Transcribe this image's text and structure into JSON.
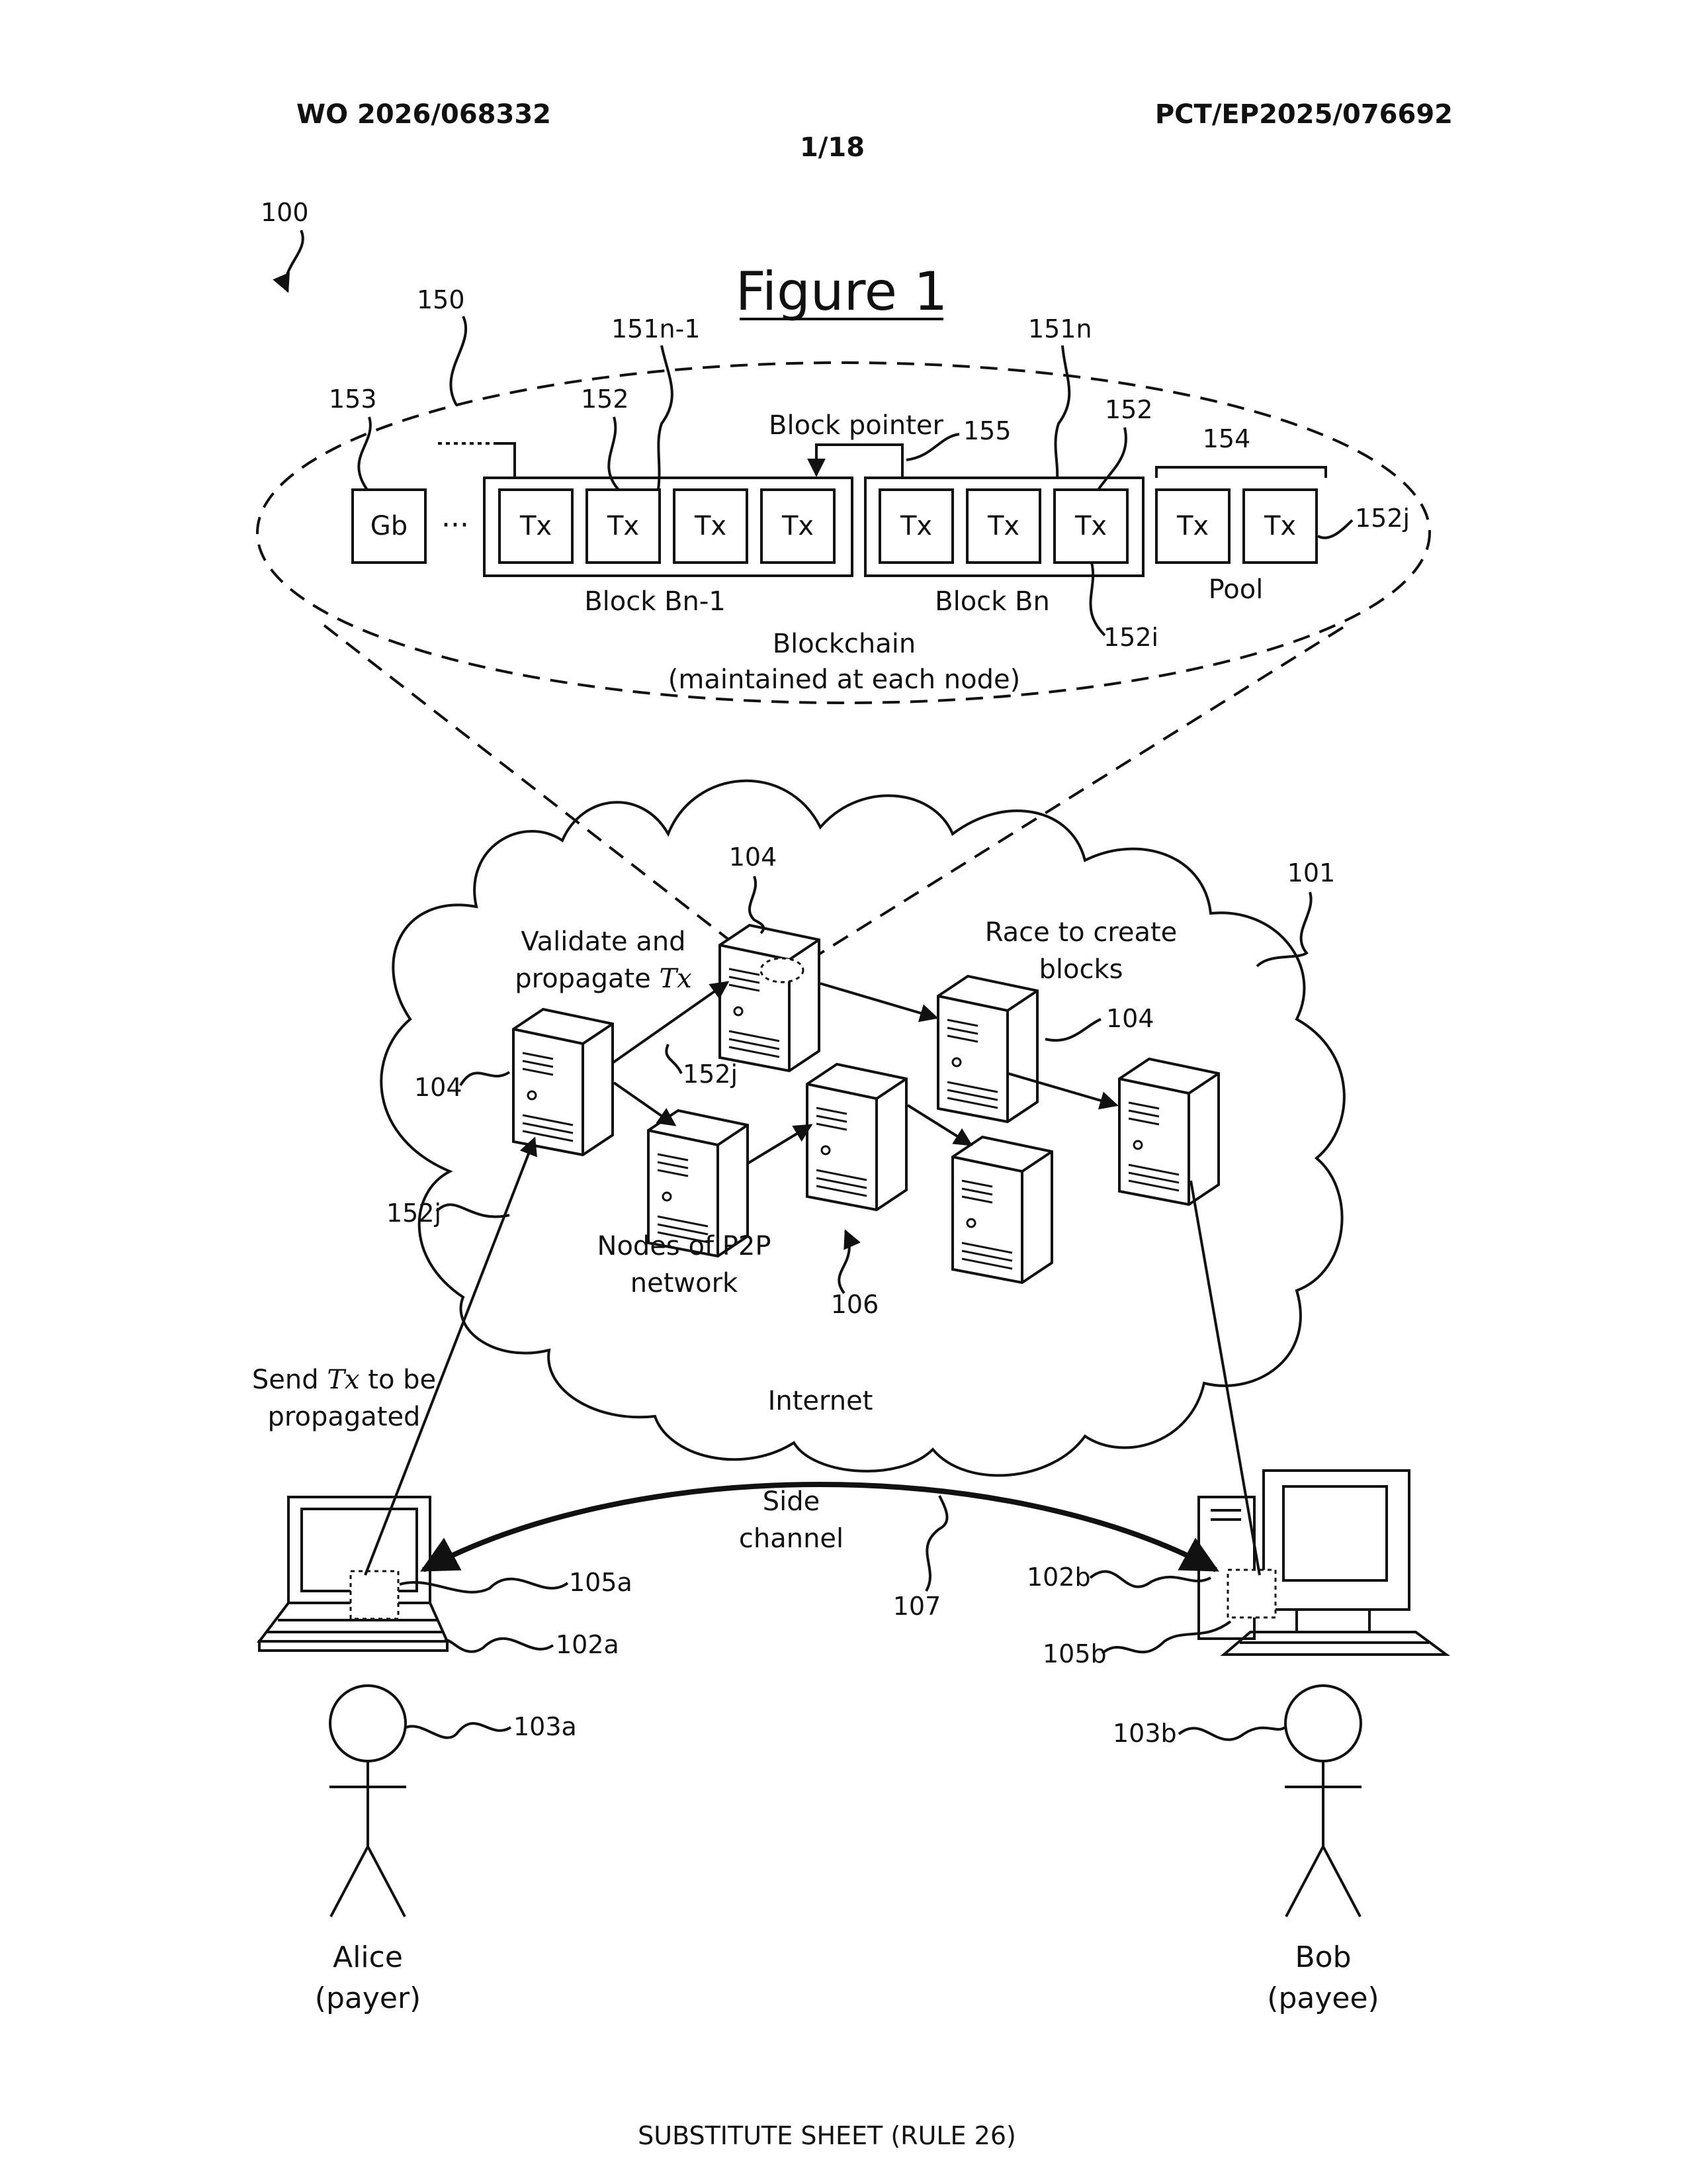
{
  "header": {
    "pub_number": "WO 2026/068332",
    "app_number": "PCT/EP2025/076692",
    "sheet": "1/18"
  },
  "figure": {
    "title": "Figure 1",
    "refs": {
      "system": "100",
      "blockchain": "150",
      "genesis": "153",
      "block_prev": "151n-1",
      "block_cur": "151n",
      "tx_a": "152",
      "tx_b": "152",
      "pointer": "155",
      "pool": "154",
      "tx_j": "152j",
      "tx_i": "152i",
      "network": "101",
      "node_top": "104",
      "node_right": "104",
      "node_left": "104",
      "tx_j_prop": "152j",
      "tx_j_send": "152j",
      "p2p": "106",
      "side_channel": "107",
      "alice_device": "102a",
      "alice_client": "105a",
      "alice": "103a",
      "bob_device": "102b",
      "bob_client": "105b",
      "bob": "103b"
    },
    "blockchain": {
      "genesis_label": "Gb",
      "ellipsis": "···",
      "tx_label": "Tx",
      "block_prev_label": "Block Bn-1",
      "block_cur_label": "Block Bn",
      "pool_label": "Pool",
      "pointer_label": "Block pointer",
      "caption_line1": "Blockchain",
      "caption_line2": "(maintained at each node)"
    },
    "network": {
      "validate_line1": "Validate and",
      "validate_line2_prefix": "propagate ",
      "tx_italic": "Tx",
      "race_line1": "Race to create",
      "race_line2": "blocks",
      "nodes_line1": "Nodes of P2P",
      "nodes_line2": "network",
      "internet": "Internet"
    },
    "users": {
      "send_prefix": "Send ",
      "send_suffix": " to be",
      "send_line2": "propagated",
      "side_line1": "Side",
      "side_line2": "channel",
      "alice_name": "Alice",
      "alice_role": "(payer)",
      "bob_name": "Bob",
      "bob_role": "(payee)"
    }
  },
  "footer": {
    "text": "SUBSTITUTE SHEET (RULE 26)"
  }
}
